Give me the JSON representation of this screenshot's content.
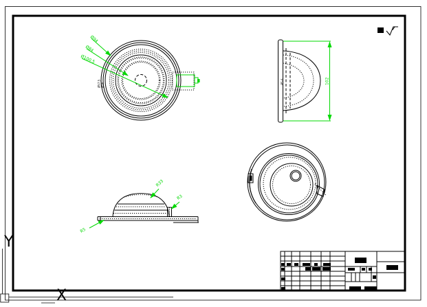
{
  "colors": {
    "background": "#ffffff",
    "line": "#000000",
    "dimension": "#00d800"
  },
  "front_view": {
    "leader_labels": [
      "Ø94",
      "Ø84",
      "Ø100.5"
    ],
    "side_label_top": "Ø57.5",
    "side_label_bottom": "Ø56"
  },
  "side_view": {
    "height_dim": "102",
    "center_label": "Ø5.6"
  },
  "profile_view": {
    "leader_labels": [
      "R5",
      "R33",
      "R3"
    ]
  },
  "ucs": {
    "x_label": "X",
    "y_label": "Y"
  }
}
